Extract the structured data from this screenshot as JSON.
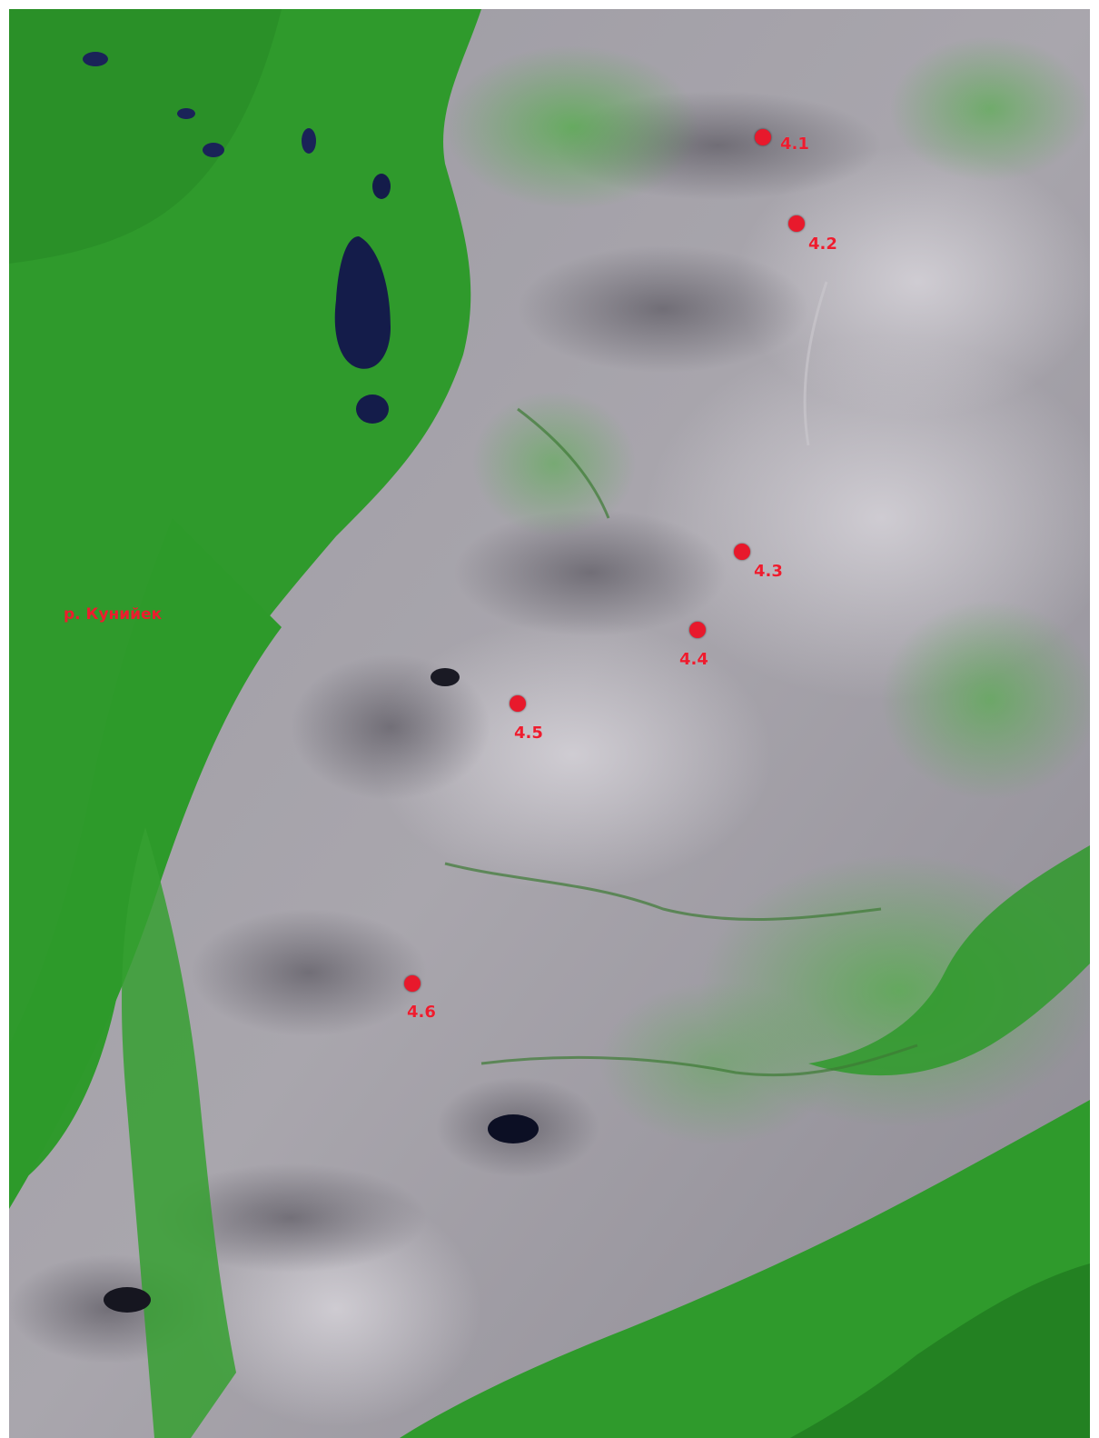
{
  "map": {
    "river_label": "р. Кунийек",
    "colors": {
      "marker": "#e8192c",
      "label": "#ee1c2e",
      "vegetation": "#2f9a2c",
      "terrain": "#8a8790",
      "water": "#141c4a"
    },
    "points": [
      {
        "label": "4.1"
      },
      {
        "label": "4.2"
      },
      {
        "label": "4.3"
      },
      {
        "label": "4.4"
      },
      {
        "label": "4.5"
      },
      {
        "label": "4.6"
      }
    ]
  }
}
